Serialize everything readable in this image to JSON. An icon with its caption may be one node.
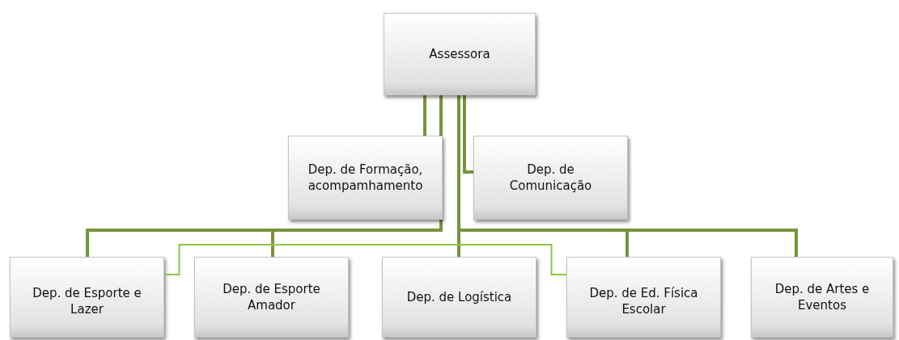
{
  "diagram": {
    "nodes": [
      {
        "text": [
          "Assessora"
        ]
      },
      {
        "text": [
          "Dep. de Formação, acompamhamento"
        ]
      },
      {
        "text": [
          "Dep. de Comunicação"
        ]
      },
      {
        "text": [
          "Dep. de Esporte e Lazer"
        ]
      },
      {
        "text": [
          "Dep. de Esporte Amador"
        ]
      },
      {
        "text": [
          "Dep. de Logística"
        ]
      },
      {
        "text": [
          "Dep. de Ed. Física Escolar"
        ]
      },
      {
        "text": [
          "Dep. de Artes e Eventos"
        ]
      }
    ],
    "edges": [
      {
        "from": 0,
        "to": 1,
        "arrow": "none"
      },
      {
        "from": 0,
        "to": 2,
        "arrow": "none"
      },
      {
        "from": 0,
        "to": 3,
        "arrow": "none"
      },
      {
        "from": 0,
        "to": 4,
        "arrow": "none"
      },
      {
        "from": 0,
        "to": 5,
        "arrow": "none"
      },
      {
        "from": 0,
        "to": 6,
        "arrow": "none"
      },
      {
        "from": 0,
        "to": 7,
        "arrow": "none"
      },
      {
        "from": 3,
        "to": 6,
        "arrow": "none",
        "color": "#8dc63f"
      }
    ]
  }
}
